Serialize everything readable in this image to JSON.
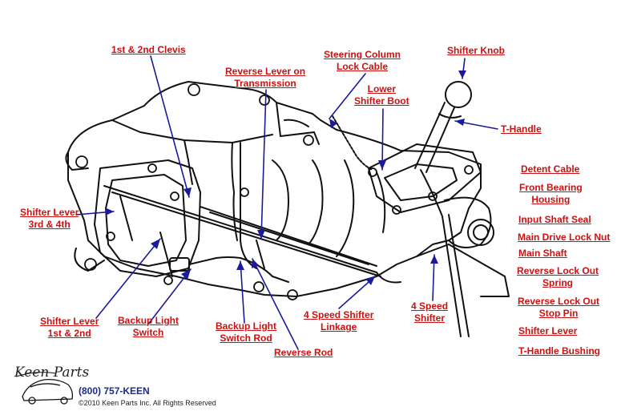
{
  "labels": {
    "clevis_1_2": "1st & 2nd Clevis",
    "reverse_lever_l1": "Reverse Lever on",
    "reverse_lever_l2": "Transmission",
    "steering_lock_l1": "Steering Column",
    "steering_lock_l2": "Lock Cable",
    "shifter_knob": "Shifter Knob",
    "lower_boot_l1": "Lower",
    "lower_boot_l2": "Shifter Boot",
    "t_handle": "T-Handle",
    "detent_cable": "Detent Cable",
    "front_bearing_l1": "Front Bearing",
    "front_bearing_l2": "Housing",
    "input_shaft_seal": "Input Shaft Seal",
    "main_drive_nut": "Main Drive Lock Nut",
    "main_shaft": "Main Shaft",
    "rev_lock_spring_l1": "Reverse Lock Out",
    "rev_lock_spring_l2": "Spring",
    "rev_lock_pin_l1": "Reverse Lock Out",
    "rev_lock_pin_l2": "Stop Pin",
    "shifter_lever": "Shifter Lever",
    "t_handle_bushing": "T-Handle Bushing",
    "lever_34_l1": "Shifter Lever",
    "lever_34_l2": "3rd & 4th",
    "lever_12_l1": "Shifter Lever",
    "lever_12_l2": "1st & 2nd",
    "backup_switch_l1": "Backup Light",
    "backup_switch_l2": "Switch",
    "backup_rod_l1": "Backup Light",
    "backup_rod_l2": "Switch Rod",
    "reverse_rod": "Reverse Rod",
    "linkage_l1": "4 Speed Shifter",
    "linkage_l2": "Linkage",
    "shifter_4spd_l1": "4 Speed",
    "shifter_4spd_l2": "Shifter"
  },
  "footer": {
    "logo": "Keen Parts",
    "phone": "(800) 757-KEEN",
    "copyright": "©2010 Keen Parts Inc. All Rights Reserved"
  },
  "colors": {
    "label": "#cc1111",
    "leader": "#1a1a9c",
    "line_art": "#111111"
  }
}
